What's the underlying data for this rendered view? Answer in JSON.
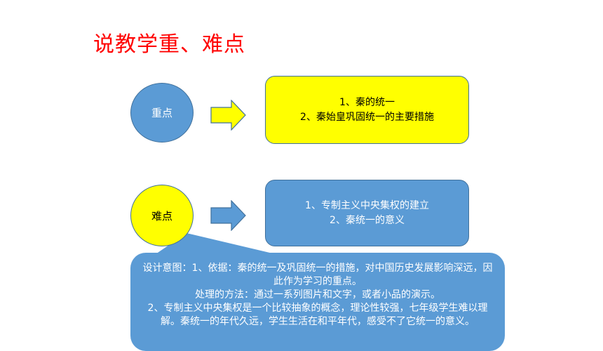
{
  "title": "说教学重、难点",
  "key_point": {
    "label": "重点",
    "items": [
      "1、秦的统一",
      "2、秦始皇巩固统一的主要措施"
    ]
  },
  "difficult_point": {
    "label": "难点",
    "items": [
      "1、专制主义中央集权的建立",
      "2、秦统一的意义"
    ]
  },
  "note": {
    "line1": "设计意图：1、依据：秦的统一及巩固统一的措施，对中国历史发展影响深远，因此作为学习的重点。",
    "line2": "处理的方法：通过一系列图片和文字，或者小品的演示。",
    "line3": "2、专制主义中央集权是一个比较抽象的概念，理论性较强，七年级学生难以理解。秦统一的年代久远，学生生活在和平年代，感受不了它统一的意义。"
  },
  "colors": {
    "title": "#ff0000",
    "blue": "#5b9bd5",
    "yellow": "#ffff00",
    "outline": "#41719c"
  }
}
